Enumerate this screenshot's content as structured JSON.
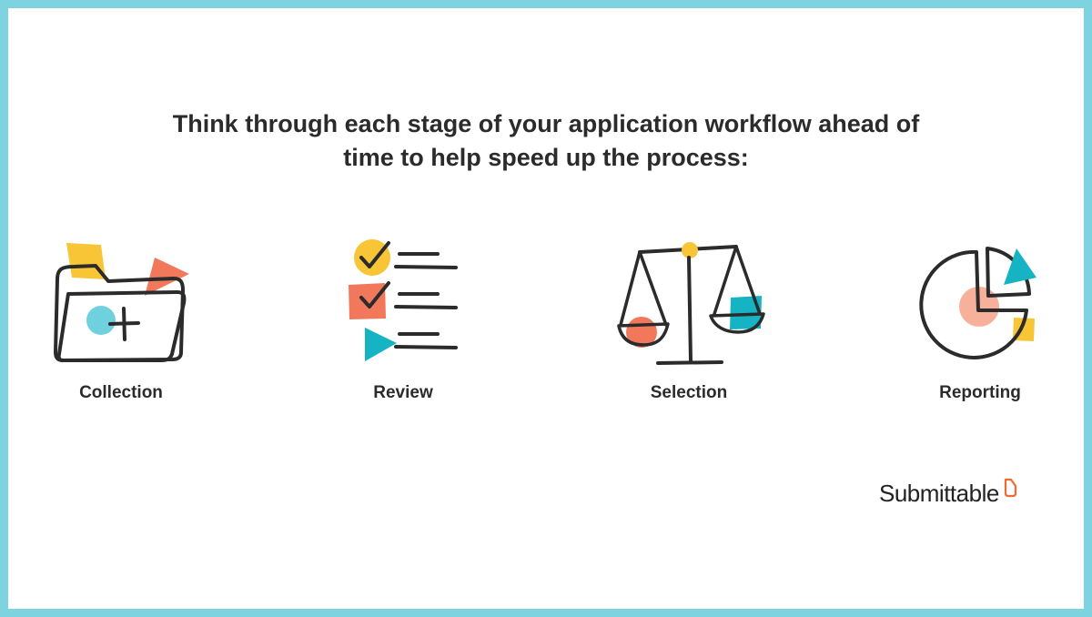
{
  "heading": {
    "line1": "Think through each stage of your application workflow ahead of",
    "line2": "time to help speed up the process:"
  },
  "stages": [
    {
      "label": "Collection",
      "icon": "folder-plus-icon"
    },
    {
      "label": "Review",
      "icon": "checklist-icon"
    },
    {
      "label": "Selection",
      "icon": "balance-scale-icon"
    },
    {
      "label": "Reporting",
      "icon": "pie-chart-icon"
    }
  ],
  "brand": {
    "name": "Submittable",
    "icon": "submittable-logo-icon"
  },
  "colors": {
    "frame": "#7ed3e0",
    "stroke": "#2b2b2b",
    "yellow": "#f8c537",
    "coral": "#f2785c",
    "teal": "#16b3c4",
    "light_teal": "#6fd0de",
    "peach": "#f7b19b",
    "logo_orange": "#f26b2c"
  }
}
